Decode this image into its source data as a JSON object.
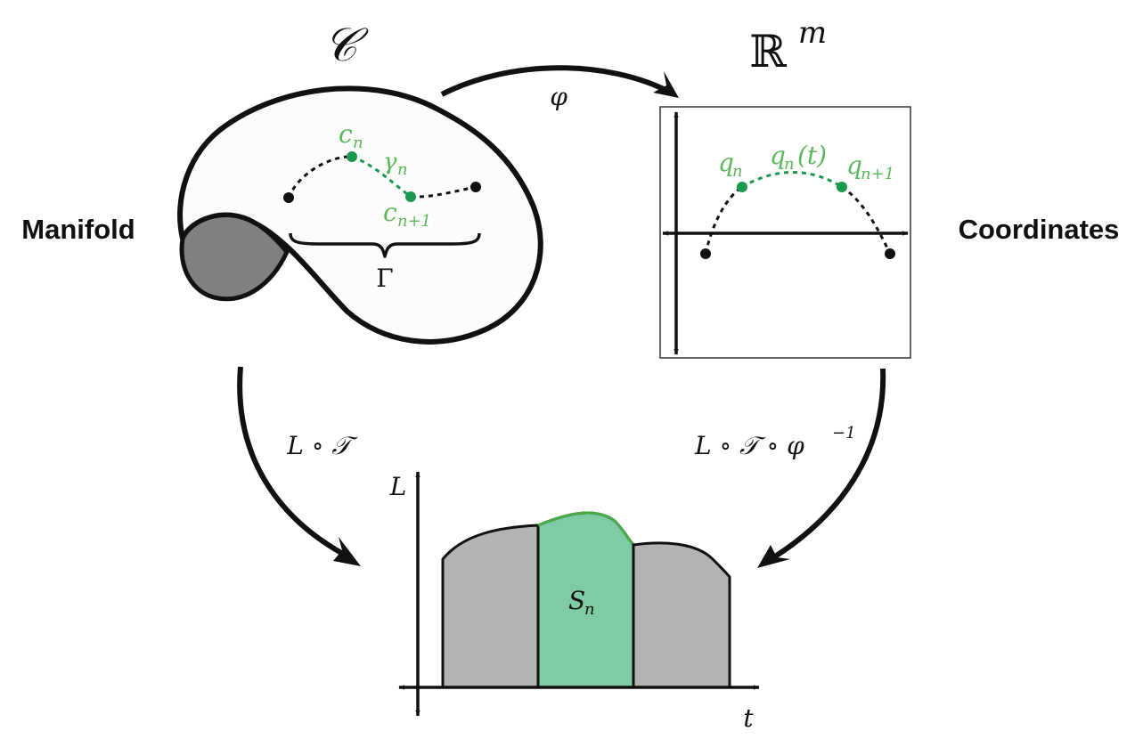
{
  "labels": {
    "manifold_symbol": "𝒞",
    "coord_symbol_base": "ℝ",
    "coord_symbol_exp": "m",
    "phi": "φ",
    "manifold_title": "Manifold",
    "coordinates_title": "Coordinates",
    "c_n": "c",
    "c_n_sub": "n",
    "gamma_n": "γ",
    "gamma_n_sub": "n",
    "c_n1": "c",
    "c_n1_sub": "n+1",
    "Gamma": "Γ",
    "q_n": "q",
    "q_n_sub": "n",
    "q_n_t": "q",
    "q_n_t_sub": "n",
    "q_n_t_arg": "(t)",
    "q_n1": "q",
    "q_n1_sub": "n+1",
    "map_left_text": "L ∘ 𝒯",
    "map_right_text": "L ∘ 𝒯 ∘ φ",
    "map_right_exp": "−1",
    "axis_L": "L",
    "axis_t": "t",
    "S_n": "S",
    "S_n_sub": "n"
  },
  "colors": {
    "green": "#5cb85c",
    "green_dark": "#1a9850",
    "green_fill": "#7fcca4",
    "grey_fill": "#b3b3b3",
    "dark_grey": "#808080",
    "manifold_fill": "#fcfcfa",
    "ink": "#111111"
  }
}
